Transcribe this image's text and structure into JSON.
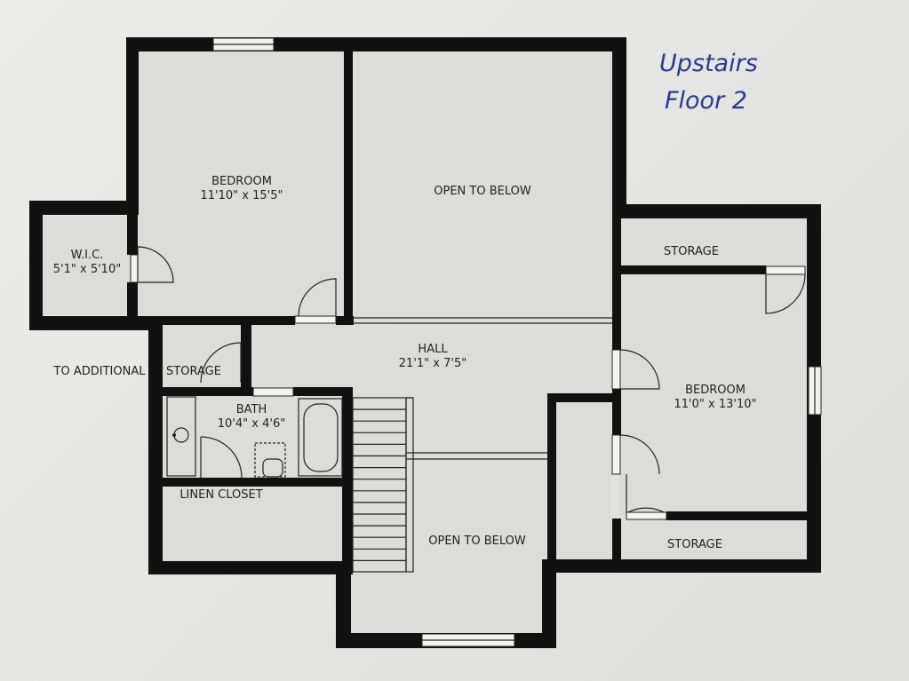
{
  "note": {
    "line1": "Upstairs",
    "line2": "Floor 2"
  },
  "rooms": {
    "bedroom1": {
      "name": "BEDROOM",
      "size": "11'10\" x 15'5\""
    },
    "open_top": {
      "name": "OPEN TO BELOW"
    },
    "wic": {
      "name": "W.I.C.",
      "size": "5'1\" x 5'10\""
    },
    "storage_right_top": {
      "name": "STORAGE"
    },
    "hall": {
      "name": "HALL",
      "size": "21'1\" x 7'5\""
    },
    "bedroom2": {
      "name": "BEDROOM",
      "size": "11'0\" x 13'10\""
    },
    "to_additional": {
      "name": "TO ADDITIONAL"
    },
    "storage_left": {
      "name": "STORAGE"
    },
    "bath": {
      "name": "BATH",
      "size": "10'4\" x 4'6\""
    },
    "linen": {
      "name": "LINEN CLOSET"
    },
    "open_bottom": {
      "name": "OPEN TO BELOW"
    },
    "storage_right_bottom": {
      "name": "STORAGE"
    }
  },
  "colors": {
    "wall": "#111111",
    "ink": "#2a3a8c"
  }
}
